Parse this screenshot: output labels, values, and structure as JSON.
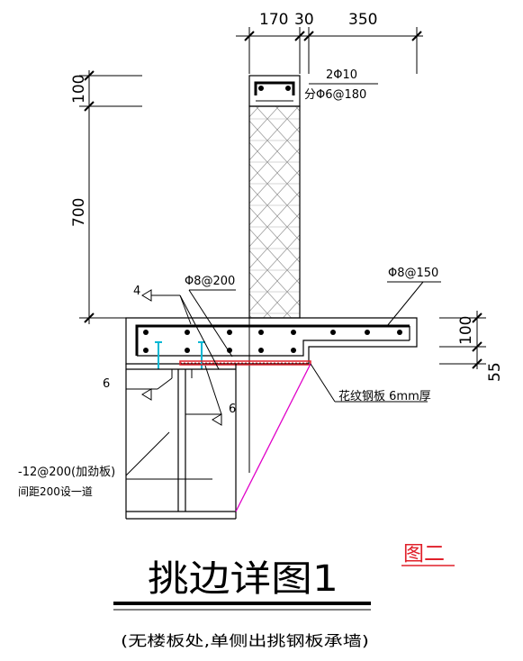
{
  "dimensions": {
    "top_170": "170",
    "top_30": "30",
    "top_350": "350",
    "left_100": "100",
    "left_700": "700",
    "right_100": "100",
    "right_55": "55"
  },
  "annotations": {
    "rebar_main": "2Φ10",
    "rebar_dist": "分Φ6@180",
    "rebar_slab_a": "Φ8@200",
    "rebar_slab_b": "Φ8@150",
    "weld_4": "4",
    "weld_6_left": "6",
    "weld_6_mid": "6",
    "steel_plate": "花纹钢板 6mm厚",
    "stiffener_line1": "-12@200(加劲板)",
    "stiffener_line2": "间距200设一道"
  },
  "title": {
    "main": "挑边详图1",
    "figure_tag": "图二",
    "subtitle": "(无楼板处,单侧出挑钢板承墙)"
  },
  "colors": {
    "line": "#000000",
    "rebar_cyan": "#00b7d4",
    "steel_plate": "#e0202a",
    "slope_magenta": "#e000c8",
    "tag_red": "#e0202a"
  }
}
